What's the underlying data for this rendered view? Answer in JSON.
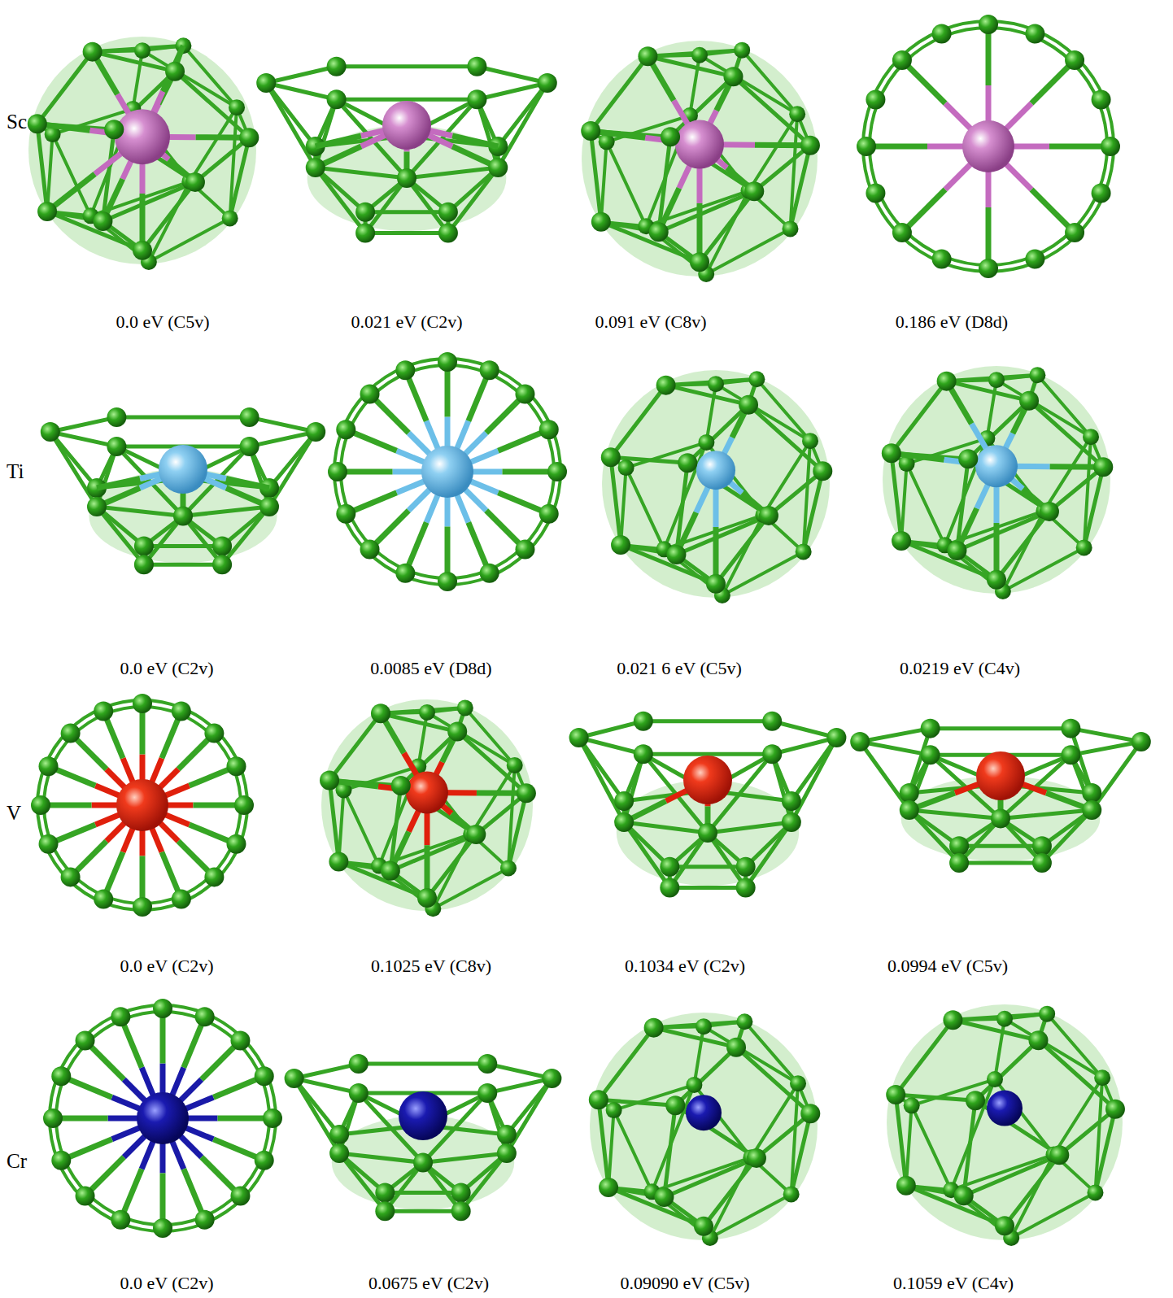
{
  "diagram": {
    "labels": [
      "Sc",
      "0.0 eV (C5v)",
      "0.021 eV (C2v)",
      "0.091 eV (C8v)",
      "0.186 eV (D8d)",
      "Ti",
      "0.0 eV (C2v)",
      "0.0085 eV (D8d)",
      "0.021 6 eV (C5v)",
      "0.0219 eV (C4v)",
      "V",
      "0.0 eV (C2v)",
      "0.1025 eV (C8v)",
      "0.1034 eV (C2v)",
      "0.0994 eV (C5v)",
      "Cr",
      "0.0 eV (C2v)",
      "0.0675 eV (C2v)",
      "0.09090 eV (C5v)",
      "0.1059 eV (C4v)"
    ]
  }
}
